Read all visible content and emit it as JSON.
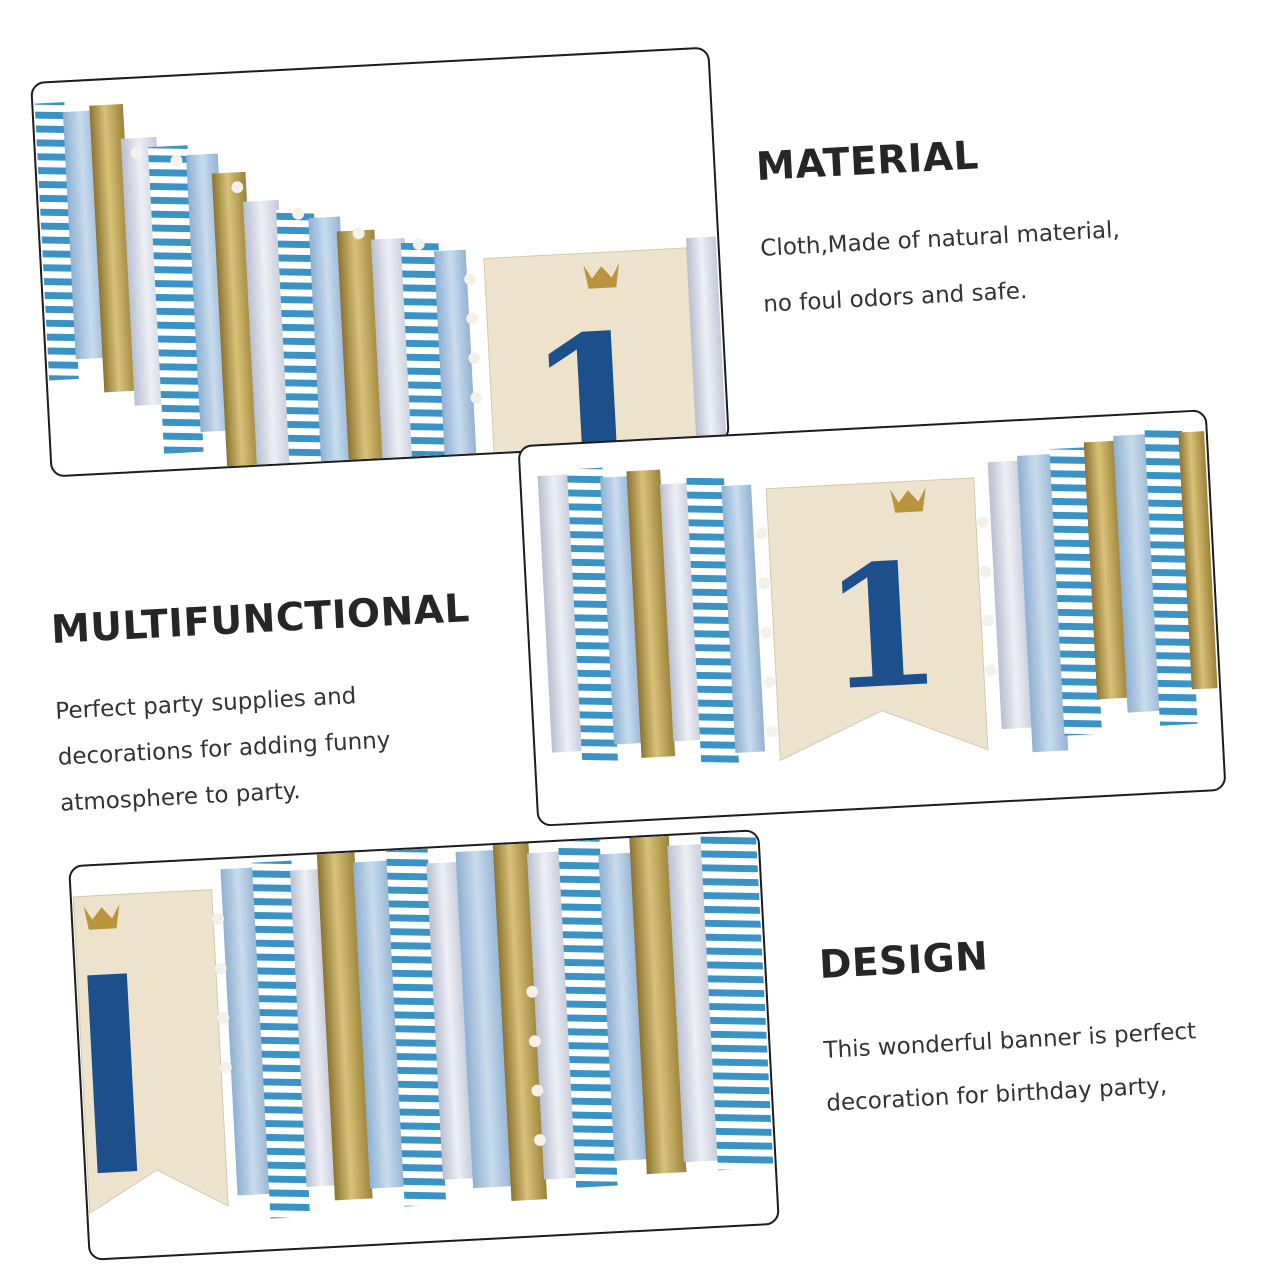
{
  "sections": [
    {
      "heading": "MATERIAL",
      "lines": [
        "Cloth,Made of natural material,",
        "no foul odors and safe."
      ]
    },
    {
      "heading": "MULTIFUNCTIONAL",
      "lines": [
        "Perfect party supplies and",
        "decorations for adding funny",
        "atmosphere to party."
      ]
    },
    {
      "heading": "DESIGN",
      "lines": [
        "This wonderful banner is perfect",
        "decoration for birthday party,"
      ]
    }
  ],
  "banner": {
    "number": "1"
  },
  "colors": {
    "navy": "#1d4f8c",
    "stripe_blue": "#3a93c6",
    "light_blue": "#a9c4de",
    "silver": "#d3d8e6",
    "gold": "#b9a05a",
    "canvas": "#ede2cc",
    "crown_gold": "#b8943c"
  }
}
